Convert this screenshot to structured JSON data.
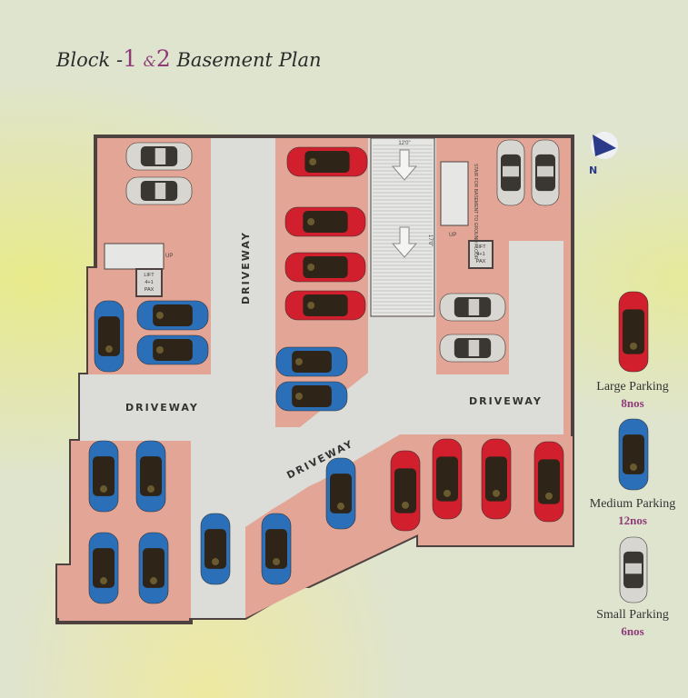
{
  "title": {
    "prefix": "Block -",
    "block1": "1",
    "amp": "&",
    "block2": "2",
    "suffix": "Basement Plan"
  },
  "compass": {
    "label": "N"
  },
  "plan": {
    "driveway_labels": [
      "DRIVEWAY",
      "DRIVEWAY",
      "DRIVEWAY",
      "DRIVEWAY"
    ],
    "ramp_width_label": "12'0\"",
    "ramp_length_label": "17'0\"",
    "stair_label": "STAIR FOR BASEMENT TO GROUND FLOOR",
    "up_label": "UP",
    "lift_label_1": "LIFT",
    "lift_label_2": "4+1",
    "lift_label_3": "PAX"
  },
  "legend": [
    {
      "label": "Large Parking",
      "count": "8nos",
      "color": "#d21f2e"
    },
    {
      "label": "Medium Parking",
      "count": "12nos",
      "color": "#2a6fb8"
    },
    {
      "label": "Small Parking",
      "count": "6nos",
      "color": "#d8d6d0"
    }
  ],
  "colors": {
    "floor": "#e3a595",
    "driveway": "#dcdcd9",
    "wall": "#4e4241"
  }
}
